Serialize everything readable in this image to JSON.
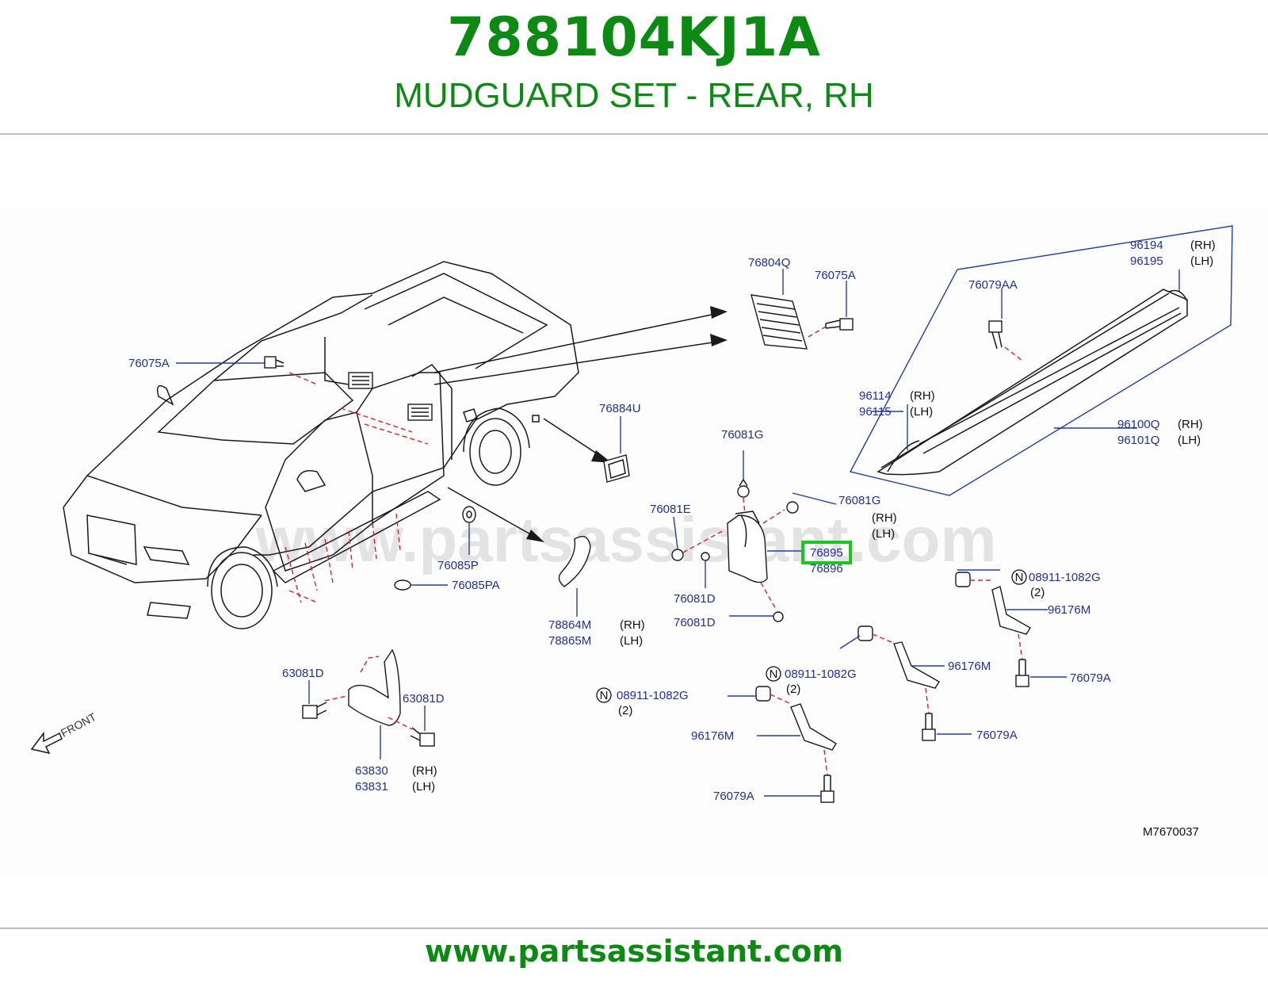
{
  "header": {
    "part_number": "788104KJ1A",
    "description": "MUDGUARD SET - REAR, RH"
  },
  "watermark": "www.partsassistant.com",
  "footer": {
    "url": "www.partsassistant.com"
  },
  "diagram": {
    "code": "M7670037",
    "front_label": "FRONT",
    "side_rh": "(RH)",
    "side_lh": "(LH)",
    "qty": "(2)",
    "n_mark": "N",
    "highlighted_part": "76895",
    "parts": {
      "p76804Q": "76804Q",
      "p76075A_top": "76075A",
      "p76075A_left": "76075A",
      "p96194": "96194",
      "p96195": "96195",
      "p76079AA": "76079AA",
      "p96114": "96114",
      "p96115": "96115",
      "p96100Q": "96100Q",
      "p96101Q": "96101Q",
      "p76884U": "76884U",
      "p76081G_top": "76081G",
      "p76081G_right": "76081G",
      "p76081E": "76081E",
      "p76895": "76895",
      "p76896": "76896",
      "p76085P": "76085P",
      "p76085PA": "76085PA",
      "p76081D_a": "76081D",
      "p76081D_b": "76081D",
      "p78864M": "78864M",
      "p78865M": "78865M",
      "p08911_right": "08911-1082G",
      "p96176M_right": "96176M",
      "p08911_mid": "08911-1082G",
      "p96176M_mid": "96176M",
      "p08911_left": "08911-1082G",
      "p96176M_left": "96176M",
      "p76079A_right": "76079A",
      "p76079A_mid": "76079A",
      "p76079A_bottom": "76079A",
      "p63081D_a": "63081D",
      "p63081D_b": "63081D",
      "p63830": "63830",
      "p63831": "63831"
    }
  }
}
